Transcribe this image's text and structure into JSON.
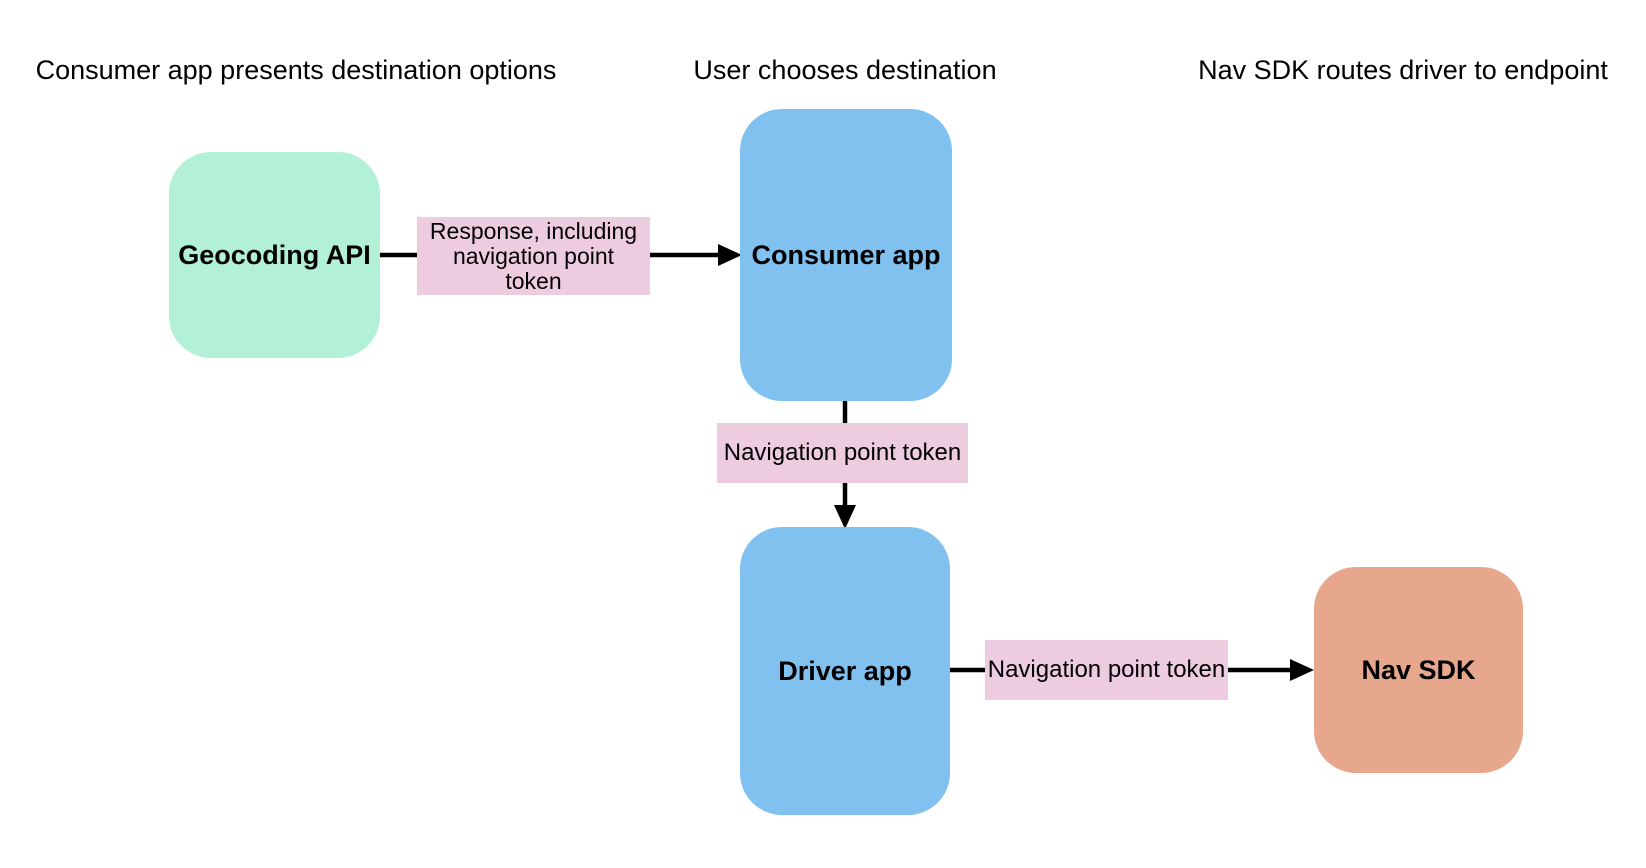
{
  "diagram": {
    "headers": [
      {
        "label": "Consumer app presents destination options"
      },
      {
        "label": "User chooses destination"
      },
      {
        "label": "Nav SDK routes driver to endpoint"
      }
    ],
    "nodes": [
      {
        "id": "geocoding-api",
        "label": "Geocoding API",
        "color": "#b2f1d8"
      },
      {
        "id": "consumer-app",
        "label": "Consumer app",
        "color": "#80c1f0"
      },
      {
        "id": "driver-app",
        "label": "Driver app",
        "color": "#80c1f0"
      },
      {
        "id": "nav-sdk",
        "label": "Nav SDK",
        "color": "#e7a78c"
      }
    ],
    "edges": [
      {
        "from": "geocoding-api",
        "to": "consumer-app",
        "label": "Response, including navigation point token"
      },
      {
        "from": "consumer-app",
        "to": "driver-app",
        "label": "Navigation point token"
      },
      {
        "from": "driver-app",
        "to": "nav-sdk",
        "label": "Navigation point token"
      }
    ],
    "colors": {
      "background": "#ffffff",
      "edge_label_pink": "#edcce0",
      "arrow": "#000000",
      "text": "#000000"
    }
  }
}
